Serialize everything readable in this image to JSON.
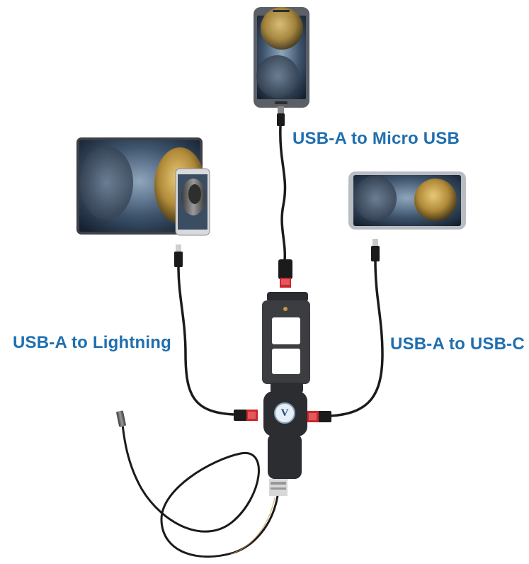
{
  "labels": {
    "micro_usb": "USB-A to Micro USB",
    "lightning": "USB-A to Lightning",
    "usb_c": "USB-A to USB-C"
  },
  "brand_mark": "V",
  "colors": {
    "label_blue": "#1f6fb0",
    "device_frame": "#4a4f55",
    "cable": "#1b1b1b",
    "usb_red": "#c9282d",
    "screen_blue": "#5a7a9a",
    "coin_gold": "#c9a24a"
  }
}
